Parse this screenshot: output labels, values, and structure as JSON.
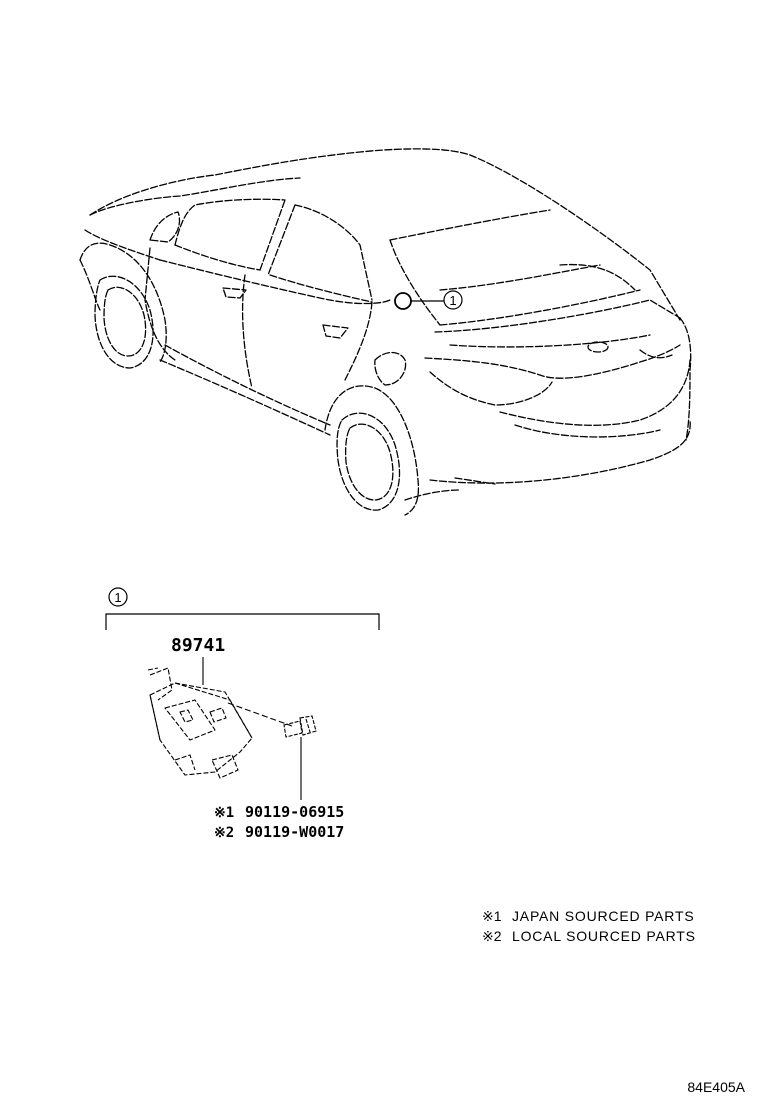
{
  "callout": {
    "marker": "1"
  },
  "part_group": {
    "marker": "1",
    "main_part_number": "89741",
    "bolts": [
      {
        "mark": "※1",
        "part_number": "90119-06915"
      },
      {
        "mark": "※2",
        "part_number": "90119-W0017"
      }
    ]
  },
  "notes": [
    {
      "mark": "※1",
      "text": "JAPAN SOURCED PARTS"
    },
    {
      "mark": "※2",
      "text": "LOCAL SOURCED PARTS"
    }
  ],
  "illustration_ref": "84E405A"
}
